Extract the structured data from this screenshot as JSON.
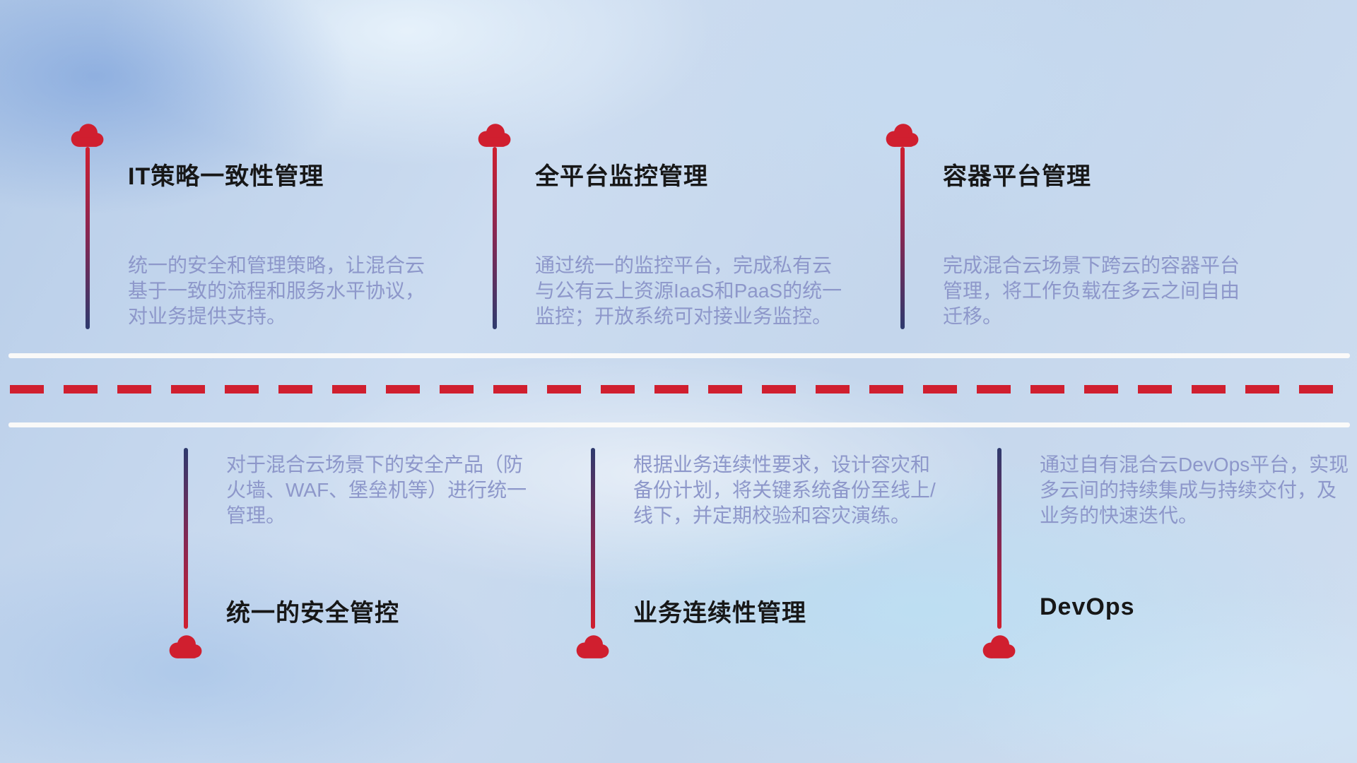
{
  "top_items": [
    {
      "icon": "cloud-icon",
      "title": "IT策略一致性管理",
      "description": "统一的安全和管理策略，让混合云基于一致的流程和服务水平协议，对业务提供支持。"
    },
    {
      "icon": "cloud-icon",
      "title": "全平台监控管理",
      "description": "通过统一的监控平台，完成私有云与公有云上资源IaaS和PaaS的统一监控；开放系统可对接业务监控。"
    },
    {
      "icon": "cloud-icon",
      "title": "容器平台管理",
      "description": "完成混合云场景下跨云的容器平台管理，将工作负载在多云之间自由迁移。"
    }
  ],
  "bottom_items": [
    {
      "icon": "cloud-icon",
      "title": "统一的安全管控",
      "description": "对于混合云场景下的安全产品（防火墙、WAF、堡垒机等）进行统一管理。"
    },
    {
      "icon": "cloud-icon",
      "title": "业务连续性管理",
      "description": "根据业务连续性要求，设计容灾和备份计划，将关键系统备份至线上/线下，并定期校验和容灾演练。"
    },
    {
      "icon": "cloud-icon",
      "title": "DevOps",
      "description": "通过自有混合云DevOps平台，实现多云间的持续集成与持续交付，及业务的快速迭代。"
    }
  ],
  "colors": {
    "accent_red": "#d01f2f",
    "line_navy": "#2e3a6e",
    "title_text": "#171717",
    "description_text": "#8d97ca"
  }
}
